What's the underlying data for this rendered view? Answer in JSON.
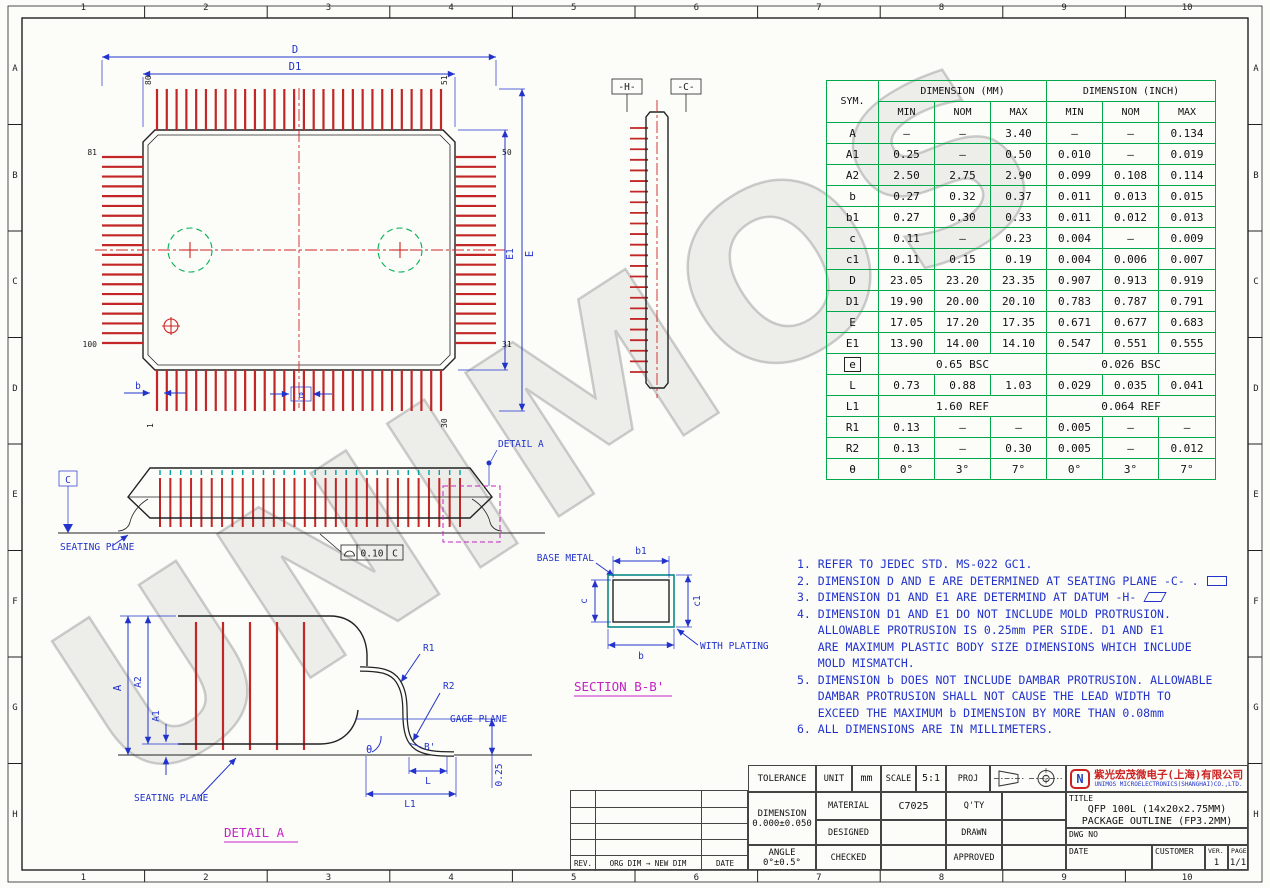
{
  "frame": {
    "columns": [
      "1",
      "2",
      "3",
      "4",
      "5",
      "6",
      "7",
      "8",
      "9",
      "10"
    ],
    "rows": [
      "A",
      "B",
      "C",
      "D",
      "E",
      "F",
      "G",
      "H"
    ]
  },
  "watermark": "UNIMOS",
  "drawing": {
    "top_view": {
      "d": "D",
      "d1": "D1",
      "e": "E",
      "e1": "E1",
      "b": "b",
      "pitch": "e",
      "pins": {
        "p80": "80",
        "p51": "51",
        "p81": "81",
        "p100": "100",
        "p50": "50",
        "p31": "31",
        "p1": "1",
        "p30": "30"
      }
    },
    "side_view": {
      "h": "-H-",
      "c": "-C-"
    },
    "front_view": {
      "datum": "C",
      "seating_plane": "SEATING PLANE",
      "flatness_value": "0.10",
      "flatness_datum": "C",
      "detail_callout": "DETAIL A"
    },
    "section": {
      "title": "SECTION B-B'",
      "base_metal": "BASE METAL",
      "with_plating": "WITH PLATING",
      "b1": "b1",
      "b": "b",
      "c": "c",
      "c1": "c1"
    },
    "detail": {
      "title": "DETAIL A",
      "a": "A",
      "a1": "A1",
      "a2": "A2",
      "r1": "R1",
      "r2": "R2",
      "gage_plane": "GAGE PLANE",
      "seating_plane": "SEATING PLANE",
      "theta": "θ",
      "b_prime": "B'",
      "l": "L",
      "l1": "L1",
      "gage_offset": "0.25"
    }
  },
  "table": {
    "header": {
      "sym": "SYM.",
      "mm": "DIMENSION (MM)",
      "inch": "DIMENSION (INCH)",
      "min": "MIN",
      "nom": "NOM",
      "max": "MAX"
    },
    "rows": [
      {
        "sym": "A",
        "cells": [
          "–",
          "–",
          "3.40",
          "–",
          "–",
          "0.134"
        ]
      },
      {
        "sym": "A1",
        "cells": [
          "0.25",
          "–",
          "0.50",
          "0.010",
          "–",
          "0.019"
        ]
      },
      {
        "sym": "A2",
        "cells": [
          "2.50",
          "2.75",
          "2.90",
          "0.099",
          "0.108",
          "0.114"
        ]
      },
      {
        "sym": "b",
        "cells": [
          "0.27",
          "0.32",
          "0.37",
          "0.011",
          "0.013",
          "0.015"
        ]
      },
      {
        "sym": "b1",
        "cells": [
          "0.27",
          "0.30",
          "0.33",
          "0.011",
          "0.012",
          "0.013"
        ]
      },
      {
        "sym": "c",
        "cells": [
          "0.11",
          "–",
          "0.23",
          "0.004",
          "–",
          "0.009"
        ]
      },
      {
        "sym": "c1",
        "cells": [
          "0.11",
          "0.15",
          "0.19",
          "0.004",
          "0.006",
          "0.007"
        ]
      },
      {
        "sym": "D",
        "cells": [
          "23.05",
          "23.20",
          "23.35",
          "0.907",
          "0.913",
          "0.919"
        ]
      },
      {
        "sym": "D1",
        "cells": [
          "19.90",
          "20.00",
          "20.10",
          "0.783",
          "0.787",
          "0.791"
        ]
      },
      {
        "sym": "E",
        "cells": [
          "17.05",
          "17.20",
          "17.35",
          "0.671",
          "0.677",
          "0.683"
        ]
      },
      {
        "sym": "E1",
        "cells": [
          "13.90",
          "14.00",
          "14.10",
          "0.547",
          "0.551",
          "0.555"
        ]
      },
      {
        "sym": "e",
        "boxed": true,
        "span": {
          "mm": "0.65 BSC",
          "inch": "0.026 BSC"
        }
      },
      {
        "sym": "L",
        "cells": [
          "0.73",
          "0.88",
          "1.03",
          "0.029",
          "0.035",
          "0.041"
        ]
      },
      {
        "sym": "L1",
        "span": {
          "mm": "1.60 REF",
          "inch": "0.064 REF"
        }
      },
      {
        "sym": "R1",
        "cells": [
          "0.13",
          "–",
          "–",
          "0.005",
          "–",
          "–"
        ]
      },
      {
        "sym": "R2",
        "cells": [
          "0.13",
          "–",
          "0.30",
          "0.005",
          "–",
          "0.012"
        ]
      },
      {
        "sym": "θ",
        "cells": [
          "0°",
          "3°",
          "7°",
          "0°",
          "3°",
          "7°"
        ]
      }
    ]
  },
  "notes": [
    {
      "text": "1. REFER TO JEDEC STD. MS-022 GC1."
    },
    {
      "text": "2. DIMENSION D AND E ARE DETERMINED AT SEATING PLANE -C- .",
      "symbol": "datum-frame"
    },
    {
      "text": "3. DIMENSION D1 AND E1 ARE DETERMIND AT DATUM -H-",
      "symbol": "datum-flag"
    },
    {
      "text": "4. DIMENSION D1 AND E1 DO NOT INCLUDE MOLD PROTRUSION."
    },
    {
      "text": "   ALLOWABLE PROTRUSION IS 0.25mm PER SIDE. D1 AND E1"
    },
    {
      "text": "   ARE MAXIMUM PLASTIC BODY SIZE DIMENSIONS WHICH INCLUDE"
    },
    {
      "text": "   MOLD MISMATCH."
    },
    {
      "text": "5. DIMENSION b DOES NOT INCLUDE DAMBAR PROTRUSION. ALLOWABLE"
    },
    {
      "text": "   DAMBAR PROTRUSION SHALL NOT CAUSE THE LEAD WIDTH TO"
    },
    {
      "text": "   EXCEED THE MAXIMUM b DIMENSION BY MORE THAN 0.08mm"
    },
    {
      "text": "6. ALL DIMENSIONS ARE IN MILLIMETERS."
    }
  ],
  "title_block": {
    "tolerance": "TOLERANCE",
    "unit_label": "UNIT",
    "unit_value": "mm",
    "scale_label": "SCALE",
    "scale_value": "5:1",
    "proj_label": "PROJ",
    "dimension_label": "DIMENSION",
    "dimension_value": "0.000±0.050",
    "material_label": "MATERIAL",
    "material_value": "C7025",
    "qty_label": "Q'TY",
    "designed_label": "DESIGNED",
    "drawn_label": "DRAWN",
    "angle_label": "ANGLE",
    "angle_value": "0°±0.5°",
    "checked_label": "CHECKED",
    "approved_label": "APPROVED",
    "rev_label": "REV.",
    "org_new_label": "ORG DIM → NEW DIM",
    "rev_date_label": "DATE",
    "company_cn": "紫光宏茂微电子(上海)有限公司",
    "company_en": "UNIMOS MICROELECTRONICS(SHANGHAI)CO.,LTD.",
    "title_label": "TITLE",
    "title_line1": "QFP 100L (14x20x2.75MM)",
    "title_line2": "PACKAGE OUTLINE (FP3.2MM)",
    "dwg_no_label": "DWG NO",
    "date_label": "DATE",
    "customer_label": "CUSTOMER",
    "ver_label": "VER.",
    "ver_value": "1",
    "page_label": "PAGE",
    "page_value": "1/1"
  }
}
